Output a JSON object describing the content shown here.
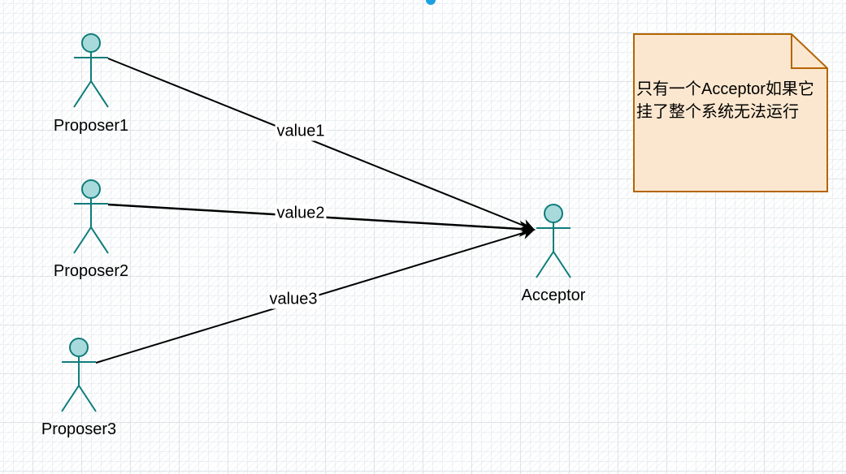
{
  "actors": [
    {
      "id": "proposer1",
      "label": "Proposer1"
    },
    {
      "id": "proposer2",
      "label": "Proposer2"
    },
    {
      "id": "proposer3",
      "label": "Proposer3"
    },
    {
      "id": "acceptor",
      "label": "Acceptor"
    }
  ],
  "edges": [
    {
      "from": "proposer1",
      "to": "acceptor",
      "label": "value1"
    },
    {
      "from": "proposer2",
      "to": "acceptor",
      "label": "value2"
    },
    {
      "from": "proposer3",
      "to": "acceptor",
      "label": "value3"
    }
  ],
  "note": {
    "text": "只有一个Acceptor如果它挂了整个系统无法运行"
  },
  "colors": {
    "actor_fill": "#a8dadc",
    "actor_stroke": "#0e7c7b",
    "note_fill": "#fbe7cf",
    "note_stroke": "#b46504",
    "edge": "#000000",
    "accent_dot": "#1ba1e2"
  }
}
